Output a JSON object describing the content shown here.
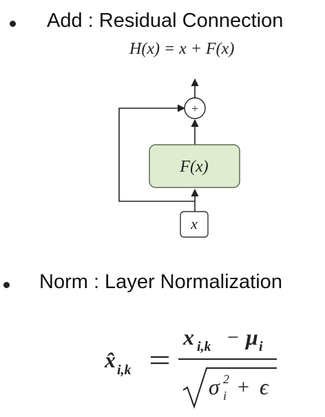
{
  "section1": {
    "heading": "Add : Residual Connection",
    "equation": "H(x) = x + F(x)"
  },
  "diagram": {
    "block_label": "F(x)",
    "input_label": "x",
    "add_symbol": "+",
    "colors": {
      "block_fill": "#dfeccf",
      "block_stroke": "#5f6b55",
      "line": "#222222"
    }
  },
  "section2": {
    "heading": "Norm : Layer Normalization",
    "formula": {
      "lhs": "x̂",
      "lhs_sub": "i,k",
      "numerator": "x",
      "numerator_sub": "i,k",
      "minus": "−",
      "mu": "μ",
      "mu_sub": "i",
      "sigma": "σ",
      "sigma_sub": "i",
      "sigma_sup": "2",
      "plus": "+",
      "epsilon": "ϵ"
    }
  }
}
